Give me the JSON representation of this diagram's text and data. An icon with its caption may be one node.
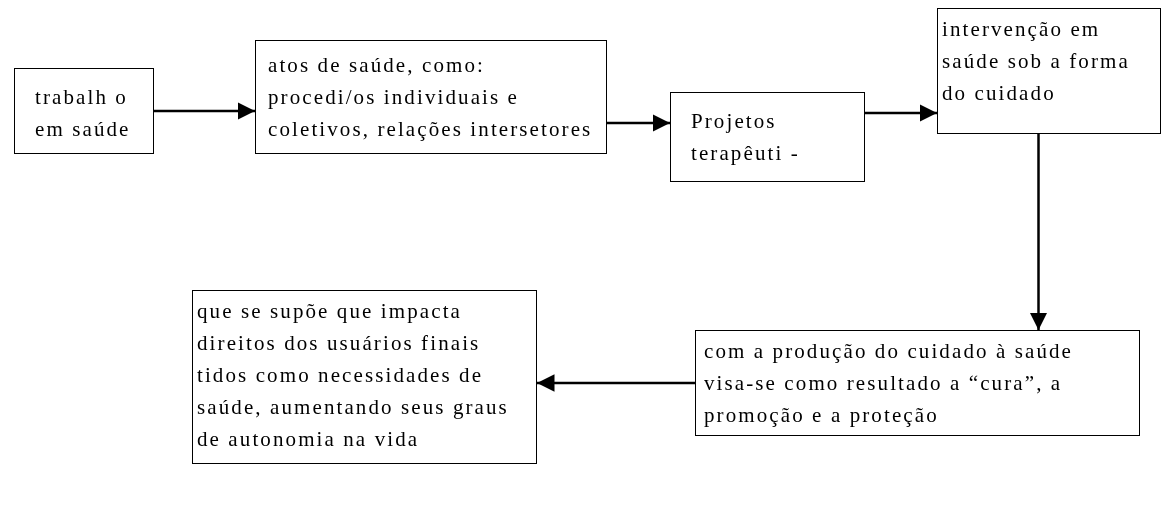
{
  "diagram": {
    "nodes": [
      {
        "text": [
          "trabalh o em saúde"
        ]
      },
      {
        "text": [
          "atos de saúde, como: procedi/os individuais e coletivos, relações intersetores"
        ]
      },
      {
        "text": [
          "Projetos terapêuti -"
        ]
      },
      {
        "text": [
          "intervenção em saúde sob a forma do cuidado"
        ]
      },
      {
        "text": [
          "com a produção do cuidado à saúde visa-se como resultado a “cura”, a promoção e a proteção"
        ]
      },
      {
        "text": [
          "que se supõe que impacta direitos dos usuários finais tidos como necessidades de saúde, aumentando seus graus de autonomia na vida"
        ]
      }
    ],
    "edges": [
      {
        "from": 0,
        "to": 1,
        "arrow": "to"
      },
      {
        "from": 1,
        "to": 2,
        "arrow": "to"
      },
      {
        "from": 2,
        "to": 3,
        "arrow": "to"
      },
      {
        "from": 3,
        "to": 4,
        "arrow": "to"
      },
      {
        "from": 4,
        "to": 5,
        "arrow": "to"
      }
    ]
  }
}
